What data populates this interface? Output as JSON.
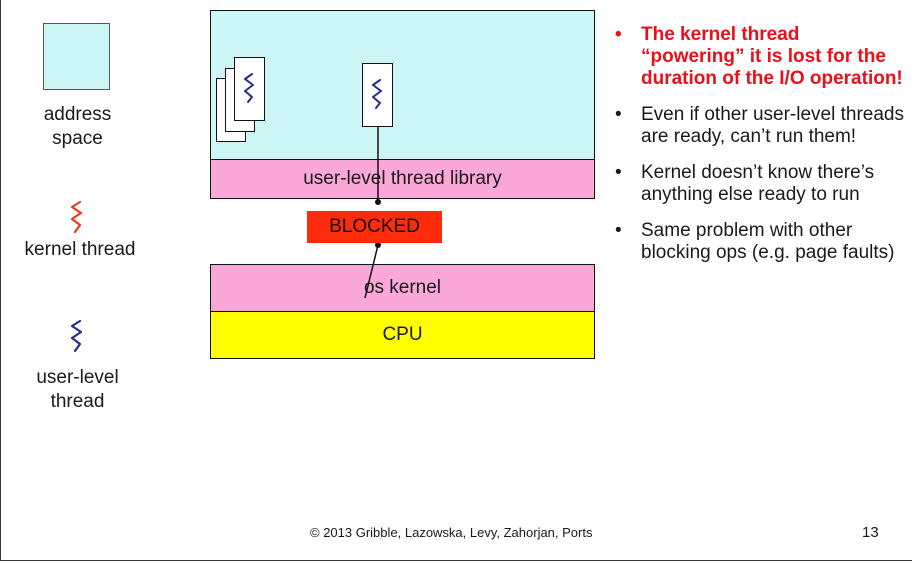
{
  "legend": {
    "address_space_label": "address\nspace",
    "kernel_thread_label": "kernel thread",
    "user_thread_label": "user-level\nthread"
  },
  "diagram": {
    "library_label": "user-level thread library",
    "blocked_label": "BLOCKED",
    "kernel_label": "os kernel",
    "cpu_label": "CPU"
  },
  "bullets": [
    "The kernel thread “powering” it is lost for the duration of the I/O operation!",
    "Even if other user-level threads are ready, can’t run them!",
    "Kernel doesn’t know there’s anything else ready to run",
    "Same problem with other blocking ops (e.g. page faults)"
  ],
  "bullet_marker": "•",
  "footer": "© 2013 Gribble, Lazowska, Levy, Zahorjan, Ports",
  "page_number": "13",
  "colors": {
    "address_space": "#ccf5f5",
    "library": "#f9a8d8",
    "blocked": "#ff2b0c",
    "cpu": "#ffff00",
    "kernel_thread": "#e83b1c",
    "user_thread": "#2a2a8c",
    "bullet_red": "#e8111b"
  }
}
